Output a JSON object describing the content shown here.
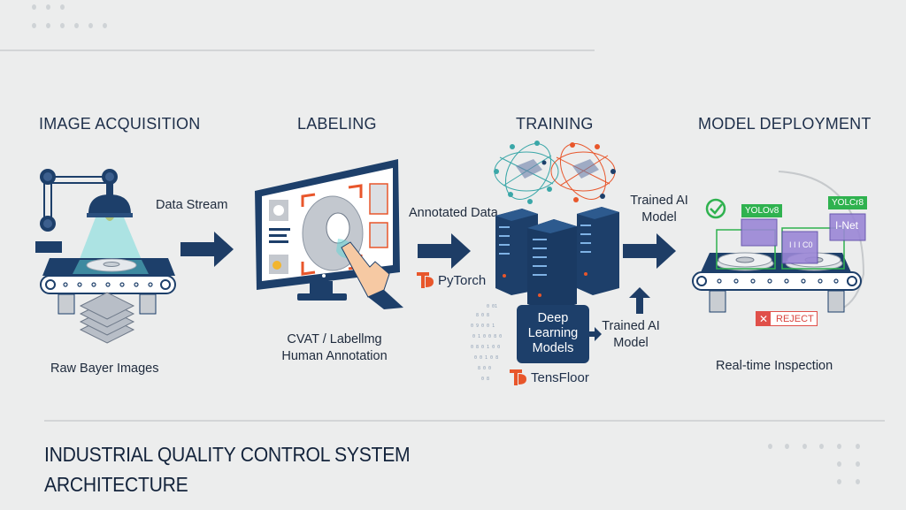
{
  "colors": {
    "background": "#eceded",
    "navy": "#1d3f6a",
    "arrow": "#1e3d66",
    "accent_orange": "#e8562b",
    "accent_teal": "#3aa7a8",
    "success_green": "#2fb24f",
    "reject_red": "#e0504a",
    "overlay_purple": "#9a86d6"
  },
  "stages": [
    {
      "title": "IMAGE ACQUISITION",
      "caption": "Raw Bayer Images",
      "illustration": "robot-arm-camera-conveyor"
    },
    {
      "title": "LABELING",
      "caption_line1": "CVAT / Labellmg",
      "caption_line2": "Human Annotation",
      "illustration": "monitor-annotation"
    },
    {
      "title": "TRAINING",
      "illustration": "server-racks-neural-network",
      "box_label_line1": "Deep",
      "box_label_line2": "Learning",
      "box_label_line3": "Models",
      "framework_top": "PyTorch",
      "framework_bottom": "TensFloor"
    },
    {
      "title": "MODEL DEPLOYMENT",
      "caption": "Real-time Inspection",
      "illustration": "conveyor-inspection",
      "detection_tags": [
        "YOLOv8",
        "YOLCr8"
      ],
      "overlay_labels": [
        "I-Net",
        "I I I C0"
      ],
      "reject_label": "REJECT"
    }
  ],
  "connectors": [
    {
      "label": "Data Stream",
      "direction": "right"
    },
    {
      "label": "Annotated Data",
      "direction": "right"
    },
    {
      "label_line1": "Trained AI",
      "label_line2": "Model",
      "direction": "right"
    },
    {
      "label_line1": "Trained AI",
      "label_line2": "Model",
      "direction": "up"
    }
  ],
  "footer": {
    "title_line1": "INDUSTRIAL QUALITY CONTROL SYSTEM",
    "title_line2": "ARCHITECTURE"
  }
}
